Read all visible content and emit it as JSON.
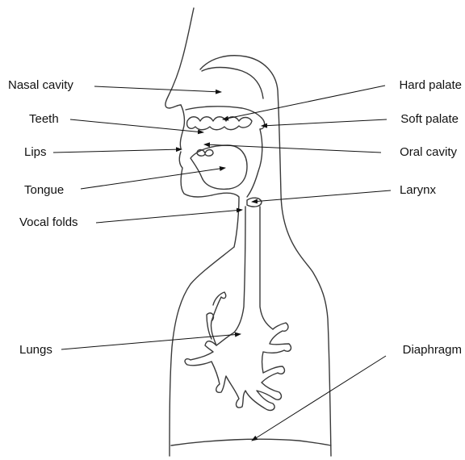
{
  "labels": {
    "nasal_cavity": "Nasal cavity",
    "teeth": "Teeth",
    "lips": "Lips",
    "tongue": "Tongue",
    "vocal_folds": "Vocal folds",
    "lungs": "Lungs",
    "hard_palate": "Hard palate",
    "soft_palate": "Soft palate",
    "oral_cavity": "Oral cavity",
    "larynx": "Larynx",
    "diaphragm": "Diaphragm"
  }
}
